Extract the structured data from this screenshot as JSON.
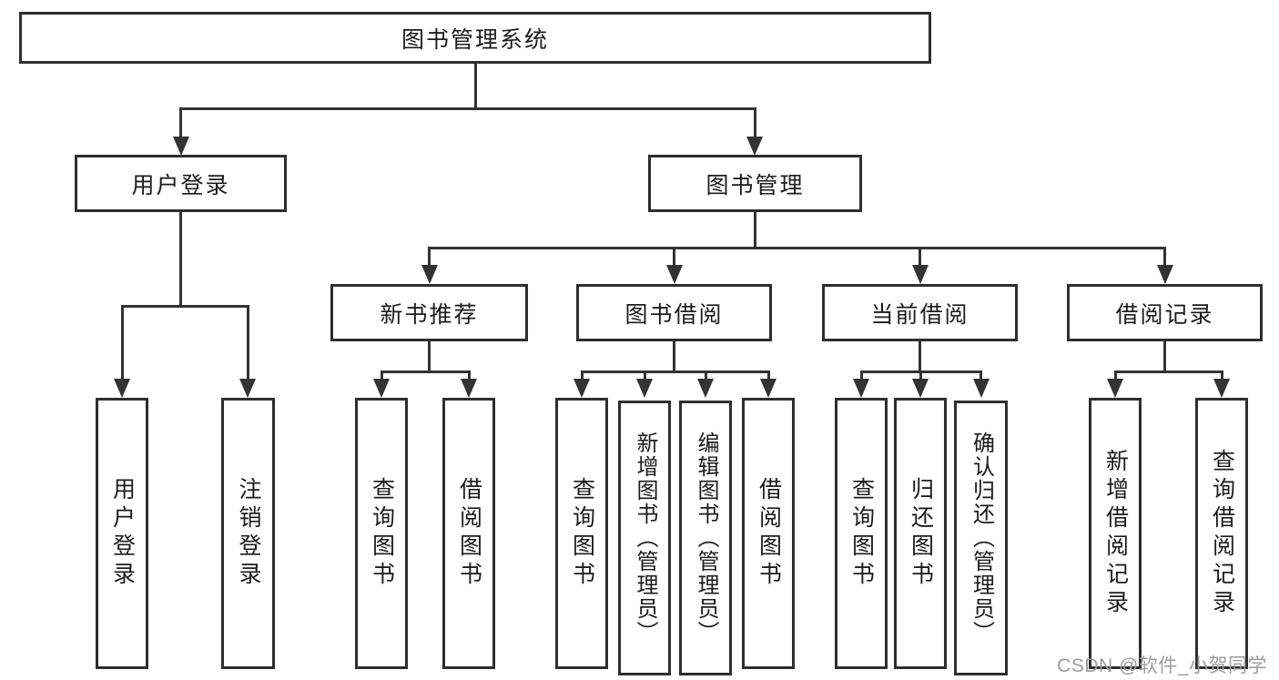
{
  "colors": {
    "line": "#333333",
    "box_border": "#2e2e2e",
    "text": "#1c1c1c",
    "watermark_text": "#9c9c9c",
    "background": "#ffffff"
  },
  "tree": {
    "root": "图书管理系统",
    "level2": {
      "user_login": "用户登录",
      "book_management": "图书管理"
    },
    "level3": {
      "new_book_recommendation": "新书推荐",
      "book_borrowing": "图书借阅",
      "current_borrowing": "当前借阅",
      "borrowing_records": "借阅记录"
    },
    "leaves": {
      "user_login": [
        "用户登录",
        "注销登录"
      ],
      "new_book_recommendation": [
        "查询图书",
        "借阅图书"
      ],
      "book_borrowing": [
        "查询图书",
        "新增图书（管理员）",
        "编辑图书（管理员）",
        "借阅图书"
      ],
      "current_borrowing": [
        "查询图书",
        "归还图书",
        "确认归还（管理员）"
      ],
      "borrowing_records": [
        "新增借阅记录",
        "查询借阅记录"
      ]
    }
  },
  "watermark": "CSDN @软件_小贺同学"
}
